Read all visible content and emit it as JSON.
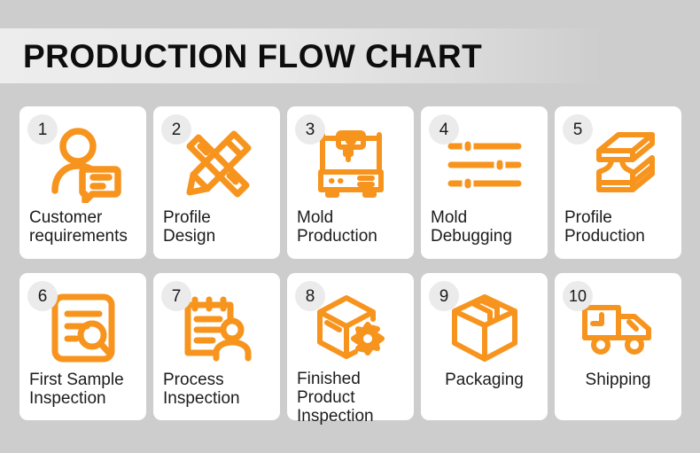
{
  "header": {
    "title": "PRODUCTION FLOW CHART"
  },
  "colors": {
    "background": "#cdcdcd",
    "card": "#ffffff",
    "badge": "#ebebeb",
    "accent_orange": "#f7941e",
    "text": "#1c1c1c"
  },
  "steps": [
    {
      "number": "1",
      "label": "Customer\nrequirements",
      "icon": "customer-requirements-icon",
      "align": "left"
    },
    {
      "number": "2",
      "label": "Profile\nDesign",
      "icon": "pencil-ruler-design-icon",
      "align": "left"
    },
    {
      "number": "3",
      "label": "Mold\nProduction",
      "icon": "milling-machine-icon",
      "align": "left"
    },
    {
      "number": "4",
      "label": "Mold\nDebugging",
      "icon": "sliders-adjust-icon",
      "align": "left"
    },
    {
      "number": "5",
      "label": "Profile\nProduction",
      "icon": "i-beam-profile-icon",
      "align": "left"
    },
    {
      "number": "6",
      "label": "First Sample\nInspection",
      "icon": "document-magnifier-icon",
      "align": "left"
    },
    {
      "number": "7",
      "label": "Process\nInspection",
      "icon": "clipboard-person-icon",
      "align": "left"
    },
    {
      "number": "8",
      "label": "Finished\nProduct\nInspection",
      "icon": "box-gear-icon",
      "align": "left"
    },
    {
      "number": "9",
      "label": "Packaging",
      "icon": "package-box-icon",
      "align": "center"
    },
    {
      "number": "10",
      "label": "Shipping",
      "icon": "delivery-truck-clock-icon",
      "align": "center"
    }
  ]
}
